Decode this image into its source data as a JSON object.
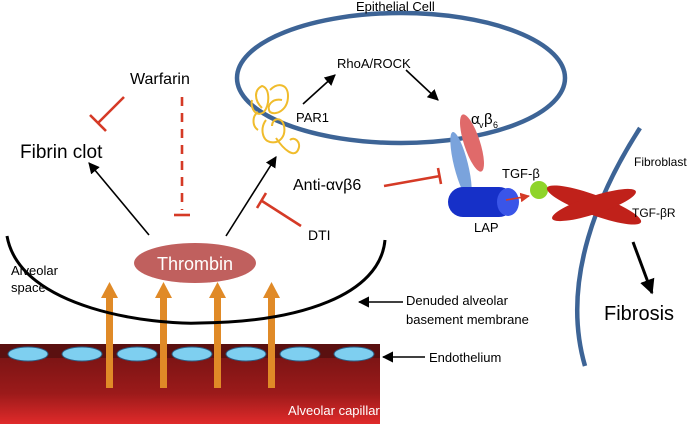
{
  "labels": {
    "epithelial_cell": "Epithelial Cell",
    "warfarin": "Warfarin",
    "fibrin_clot": "Fibrin clot",
    "thrombin": "Thrombin",
    "rhoa_rock": "RhoA/ROCK",
    "par1": "PAR1",
    "integrin_alpha": "α",
    "integrin_alpha_sub": "v",
    "integrin_beta": "β",
    "integrin_beta_sub": "6",
    "anti_avb6": "Anti-αvβ6",
    "tgf_beta": "TGF-β",
    "lap": "LAP",
    "dti": "DTI",
    "fibroblast": "Fibroblast",
    "tgf_beta_r": "TGF-βR",
    "fibrosis": "Fibrosis",
    "alveolar_space_line1": "Alveolar",
    "alveolar_space_line2": "space",
    "denuded_line1": "Denuded alveolar",
    "denuded_line2": "basement membrane",
    "endothelium": "Endothelium",
    "alveolar_capillary": "Alveolar capillary"
  },
  "colors": {
    "cell_membrane": "#3d6496",
    "inhibitor": "#d53a26",
    "thrombin_fill": "#c0605e",
    "par1": "#f0bc2c",
    "capillary": "#8b1616",
    "endothelial_cell": "#7ecff0",
    "upward_arrow": "#e08a27",
    "tgf_beta": "#8fd42a",
    "lap": "#1630c8",
    "integrin_alpha": "#e06a6a",
    "integrin_beta": "#7aa3dc",
    "tgf_beta_r": "#c0211a"
  }
}
